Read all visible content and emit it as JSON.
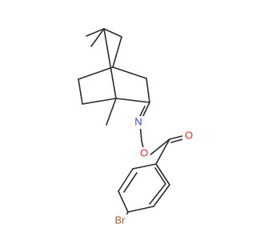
{
  "molecule": {
    "atoms": {
      "nitrogen": {
        "label": "N",
        "color": "#2f45ff"
      },
      "ether_oxygen": {
        "label": "O",
        "color": "#ff2a2a"
      },
      "carbonyl_oxygen": {
        "label": "O",
        "color": "#ff2a2a"
      },
      "bromine": {
        "label": "Br",
        "color": "#b5581b"
      }
    },
    "bond_color": "#2b2b2b"
  }
}
